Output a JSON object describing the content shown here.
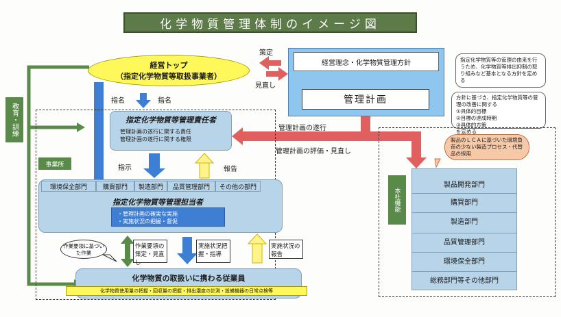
{
  "title": "化学物質管理体制のイメージ図",
  "top_mgmt": {
    "line1": "経営トップ",
    "line2": "（指定化学物質等取扱事業者）"
  },
  "policy_box": "経営理念・化学物質管理方針",
  "mgmt_plan": "管理計画",
  "policy_note": "指定化学物質等の管理の由来を行うため、化学物質等排出抑制の取り組みなど基本となる方針を定める",
  "plan_note": "方針に基づき、指定化学物質等の管理の改善に関する\n①具体的目標\n②目標の達成時期\n③具体的方策\nを定める",
  "arrows": {
    "sakutei": "策定",
    "minaoshi": "見直し",
    "shimei1": "指名",
    "shimei2": "指名",
    "plan_exec": "管理計画の遂行",
    "plan_eval": "管理計画の評価・見直し",
    "shiji": "指示",
    "houkoku": "報告"
  },
  "education": "教育・訓練",
  "office": "事業所",
  "responsible": {
    "title": "指定化学物質等管理責任者",
    "items": [
      "管理計画の遂行に関する責任",
      "管理計画の遂行に関する権限"
    ]
  },
  "departments": [
    "環境保全部門",
    "購買部門",
    "製造部門",
    "品質管理部門",
    "その他の部門"
  ],
  "manager": {
    "title": "指定化学物質等管理担当者",
    "items": [
      "・管理計画の確実な実施",
      "・実施状況の把握・督促"
    ]
  },
  "work_bubble": "作業要領に基づいた作業",
  "work_label": "作業要領の策定・見直し",
  "grasp_label": "実施状況把握・指導",
  "report_label": "実施状況の報告",
  "employees": {
    "title": "化学物質の取扱いに携わる従業員",
    "note": "化学物質使用量の把握・回収量の把握・排出濃度の計測・設備機器の日常点検等"
  },
  "hq": "本社機能",
  "hq_bubble": "製品のＬＣＡに基づいた環境負荷の少ない製造プロセス・代替品の採用",
  "hq_depts": [
    "製品開発部門",
    "購買部門",
    "製造部門",
    "品質管理部門",
    "環境保全部門",
    "総務部門等その他部門"
  ],
  "colors": {
    "accent_blue": "#3f7fd3",
    "light_blue": "#b8d4e8",
    "green": "#5a8a4a",
    "red_arrow": "#e06060",
    "yellow": "#fff38a"
  }
}
